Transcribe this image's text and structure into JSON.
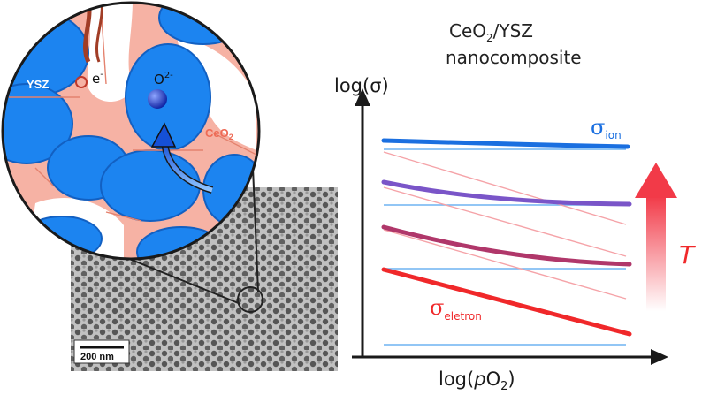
{
  "title": {
    "line1_main": "CeO",
    "line1_sub": "2",
    "line1_rest": "/YSZ",
    "line2": "nanocomposite"
  },
  "inset": {
    "ysz_label": "YSZ",
    "ceo2_label_main": "CeO",
    "ceo2_label_sub": "2",
    "electron_label": "e",
    "electron_sup": "-",
    "oxygen_label": "O",
    "oxygen_sup": "2-"
  },
  "micrograph": {
    "scale_bar_label": "200 nm"
  },
  "plot": {
    "y_axis_label": "log(σ)",
    "x_axis_label_main": "log(",
    "x_axis_label_italic": "p",
    "x_axis_label_tail": "O",
    "x_axis_label_sub": "2",
    "x_axis_label_close": ")",
    "sigma_ion_label": "σ",
    "sigma_ion_sub": "ion",
    "sigma_electron_label": "σ",
    "sigma_electron_sub": "eletron",
    "temperature_label": "T"
  },
  "colors": {
    "ion_blue": "#1a6fe0",
    "electron_red": "#f0282a",
    "mixed_purple": "#7a55c8",
    "mixed_magenta": "#b0376a",
    "ysz_blue": "#1c84f0",
    "ceo2_salmon": "#f07c6a",
    "arrow_red": "#f2505a"
  }
}
